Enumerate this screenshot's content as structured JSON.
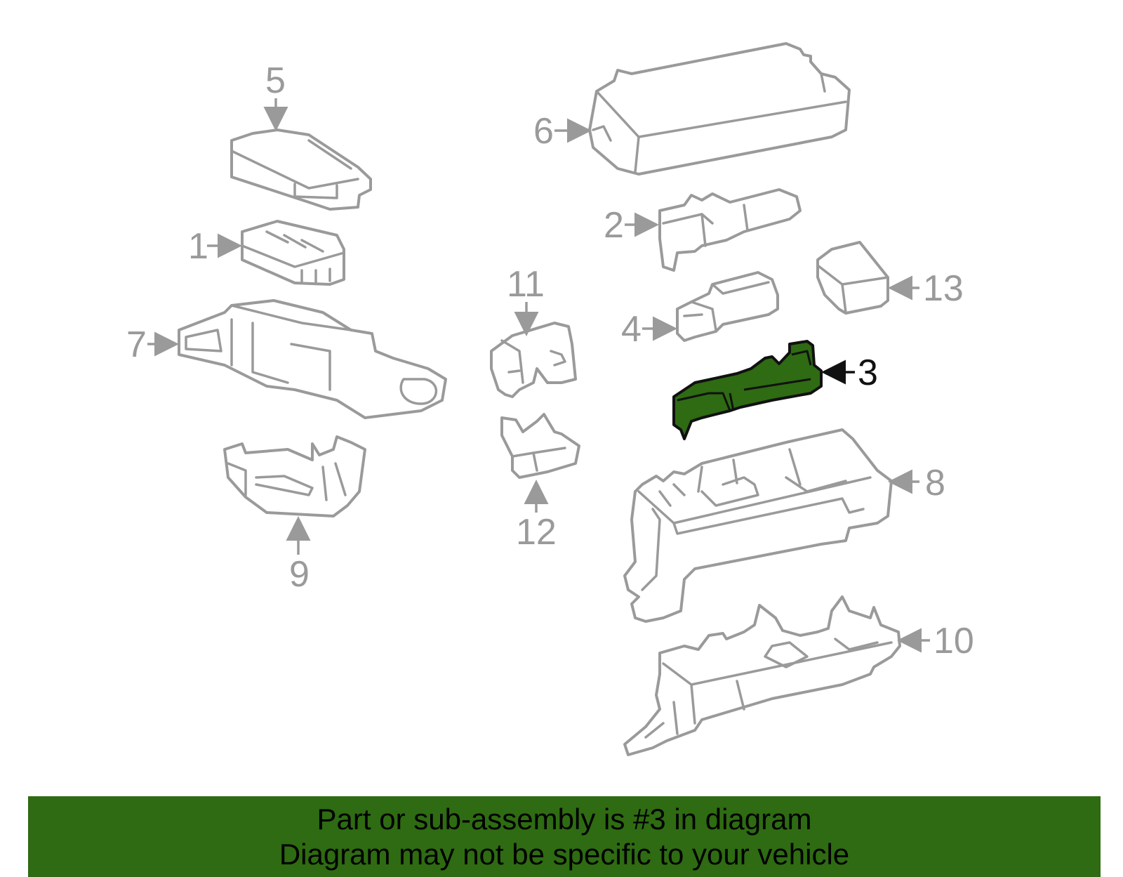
{
  "diagram": {
    "highlighted_part": "3",
    "colors": {
      "highlight": "#2e6b12",
      "outline": "#9a9a9a",
      "banner": "#2e6b12"
    },
    "callouts": [
      "1",
      "2",
      "3",
      "4",
      "5",
      "6",
      "7",
      "8",
      "9",
      "10",
      "11",
      "12",
      "13"
    ]
  },
  "banner": {
    "line1": "Part or sub-assembly is #3 in diagram",
    "line2": "Diagram may not be specific to your vehicle"
  }
}
